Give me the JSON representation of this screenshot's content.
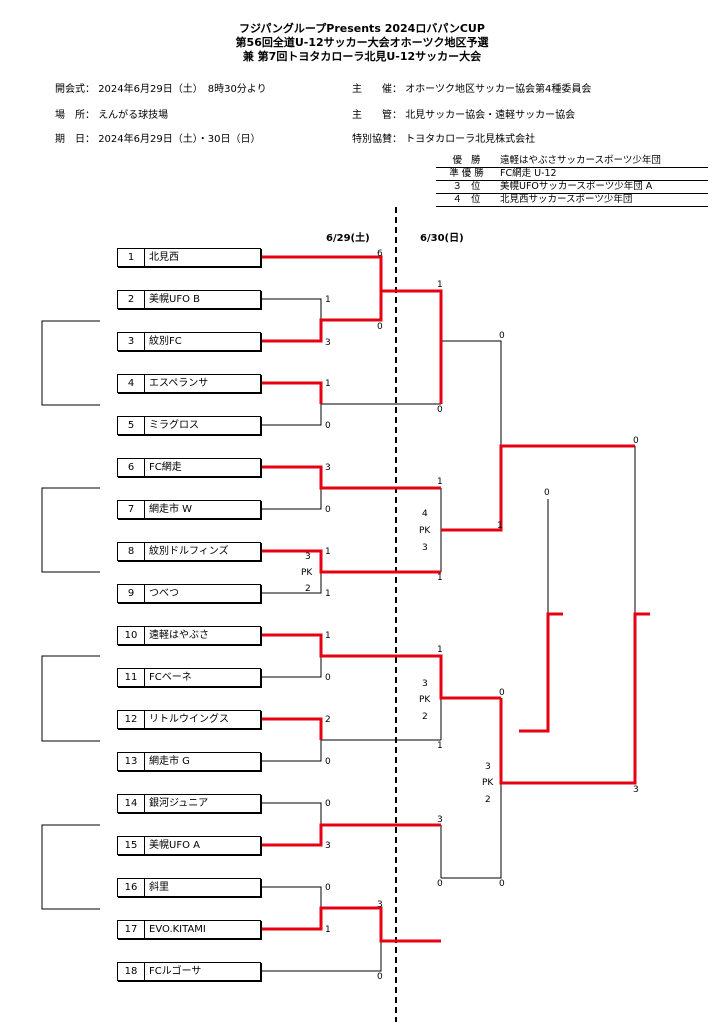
{
  "header": {
    "title_line1": "フジパングループPresents 2024ロバパンCUP",
    "title_line2": "第56回全道U-12サッカー大会オホーツク地区予選",
    "title_line3": "兼 第7回トヨタカローラ北見U-12サッカー大会"
  },
  "info": {
    "opening_label": "開会式：",
    "opening_value": "2024年6月29日（土）　8時30分より",
    "venue_label": "場　所：",
    "venue_value": "えんがる球技場",
    "period_label": "期　日：",
    "period_value": "2024年6月29日（土）・30日（日）",
    "host_label": "主　　催：",
    "host_value": "オホーツク地区サッカー協会第4種委員会",
    "organizer_label": "主　　管：",
    "organizer_value": "北見サッカー協会・遠軽サッカー協会",
    "sponsor_label": "特別協賛：",
    "sponsor_value": "トヨタカローラ北見株式会社"
  },
  "results": [
    {
      "rank": "優 勝",
      "team": "遠軽はやぶさサッカースポーツ少年団"
    },
    {
      "rank": "準優勝",
      "team": "FC網走 U-12"
    },
    {
      "rank": "３ 位",
      "team": "美幌UFOサッカースポーツ少年団 A"
    },
    {
      "rank": "４ 位",
      "team": "北見西サッカースポーツ少年団"
    }
  ],
  "dates": {
    "day1": "6/29(土)",
    "day2": "6/30(日)"
  },
  "teams": [
    {
      "seed": "1",
      "name": "北見西"
    },
    {
      "seed": "2",
      "name": "美幌UFO B"
    },
    {
      "seed": "3",
      "name": "紋別FC"
    },
    {
      "seed": "4",
      "name": "エスペランサ"
    },
    {
      "seed": "5",
      "name": "ミラグロス"
    },
    {
      "seed": "6",
      "name": "FC網走"
    },
    {
      "seed": "7",
      "name": "網走市 W"
    },
    {
      "seed": "8",
      "name": "紋別ドルフィンズ"
    },
    {
      "seed": "9",
      "name": "つべつ"
    },
    {
      "seed": "10",
      "name": "遠軽はやぶさ"
    },
    {
      "seed": "11",
      "name": "FCベーネ"
    },
    {
      "seed": "12",
      "name": "リトルウイングス"
    },
    {
      "seed": "13",
      "name": "網走市 G"
    },
    {
      "seed": "14",
      "name": "銀河ジュニア"
    },
    {
      "seed": "15",
      "name": "美幌UFO A"
    },
    {
      "seed": "16",
      "name": "斜里"
    },
    {
      "seed": "17",
      "name": "EVO.KITAMI"
    },
    {
      "seed": "18",
      "name": "FCルゴーサ"
    }
  ],
  "scores": {
    "r1_2_3": [
      "1",
      "3"
    ],
    "r1_4_5": [
      "1",
      "0"
    ],
    "r1_6_7": [
      "3",
      "0"
    ],
    "r1_8_9": [
      "1",
      "1"
    ],
    "r1_8_9_pk": [
      "3",
      "PK",
      "2"
    ],
    "r1_10_11": [
      "1",
      "0"
    ],
    "r1_12_13": [
      "2",
      "0"
    ],
    "r1_14_15": [
      "0",
      "3"
    ],
    "r1_16_17": [
      "0",
      "1"
    ],
    "r1_1_w23": [
      "6",
      "0"
    ],
    "r1_w1617_18": [
      "3",
      "0"
    ],
    "r2_a": [
      "1",
      "0"
    ],
    "r2_b": [
      "1",
      "1"
    ],
    "r2_b_pk": [
      "4",
      "PK",
      "3"
    ],
    "r2_c": [
      "1",
      "1"
    ],
    "r2_c_pk": [
      "3",
      "PK",
      "2"
    ],
    "r2_d": [
      "3",
      "0"
    ],
    "sf_1": [
      "0",
      "1"
    ],
    "sf_2": [
      "0",
      "0"
    ],
    "sf_2_pk": [
      "3",
      "PK",
      "2"
    ],
    "third_place": [
      "0"
    ],
    "final": [
      "0",
      "3"
    ]
  },
  "colors": {
    "winner_line": "#e60012",
    "line": "#000000"
  }
}
